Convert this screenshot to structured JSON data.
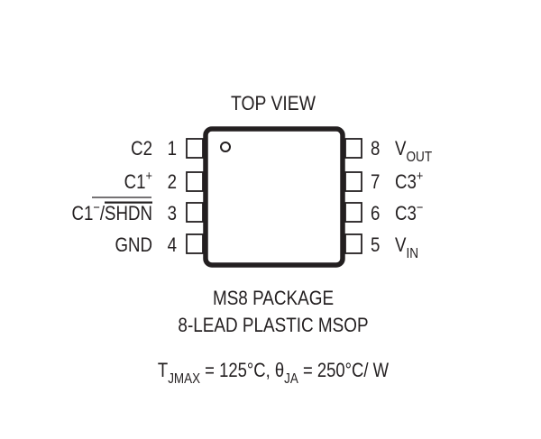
{
  "title": "TOP VIEW",
  "left_pins": [
    {
      "number": "1",
      "name": "C2",
      "sup": ""
    },
    {
      "number": "2",
      "name": "C1",
      "sup": "+"
    },
    {
      "number": "3",
      "name": "C1",
      "sup": "−",
      "suffix": "/",
      "overbar": "SHDN"
    },
    {
      "number": "4",
      "name": "GND",
      "sup": ""
    }
  ],
  "right_pins": [
    {
      "number": "8",
      "name": "V",
      "sub": "OUT"
    },
    {
      "number": "7",
      "name": "C3",
      "sup": "+"
    },
    {
      "number": "6",
      "name": "C3",
      "sup": "−"
    },
    {
      "number": "5",
      "name": "V",
      "sub": "IN"
    }
  ],
  "package_line1": "MS8 PACKAGE",
  "package_line2": "8-LEAD PLASTIC MSOP",
  "thermal": {
    "t": "T",
    "t_sub": "JMAX",
    "t_val": " = 125°C, ",
    "theta": "θ",
    "theta_sub": "JA",
    "theta_val": " = 250°C/ W"
  },
  "colors": {
    "ink": "#231f20"
  }
}
